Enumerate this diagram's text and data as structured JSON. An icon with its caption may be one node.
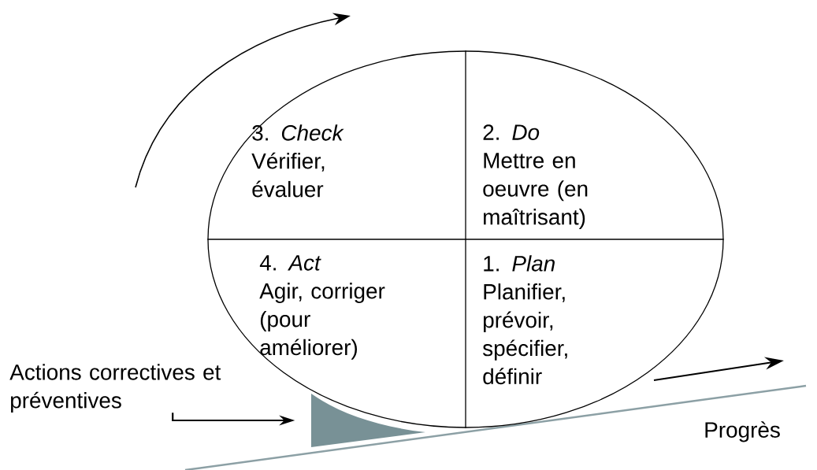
{
  "diagram": {
    "nodes": [
      {
        "text": [],
        "shape": "ellipse"
      },
      {
        "text": [
          "3. *Check*",
          "Vérifier, évaluer"
        ],
        "in": 0
      },
      {
        "text": [
          "2. *Do*",
          "Mettre en oeuvre (en maîtrisant)"
        ],
        "in": 0
      },
      {
        "text": [
          "4. *Act*",
          "Agir, corriger (pour améliorer)"
        ],
        "in": 0
      },
      {
        "text": [
          "1. *Plan*",
          "Planifier, prévoir, spécifier, définir"
        ],
        "in": 0
      },
      {
        "text": [
          "Actions correctives et préventives"
        ]
      },
      {
        "text": [],
        "shape": "triangle"
      }
    ],
    "edges": [
      {
        "from": 5,
        "to": 6,
        "arrow": "to"
      }
    ],
    "labels": [
      "Progrès"
    ]
  }
}
